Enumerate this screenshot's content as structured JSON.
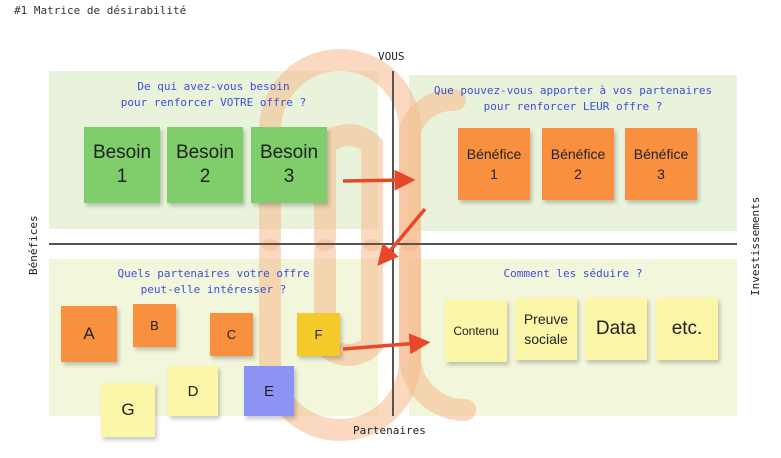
{
  "title": "#1 Matrice de désirabilité",
  "axes": {
    "top": "VOUS",
    "bottom": "Partenaires",
    "left": "Bénéfices",
    "right": "Investissements"
  },
  "quadrants": {
    "top_left": "De qui avez-vous besoin\npour renforcer VOTRE offre ?",
    "top_right": "Que pouvez-vous apporter à vos partenaires\npour renforcer LEUR offre ?",
    "bottom_left": "Quels partenaires votre offre\npeut-elle intéresser ?",
    "bottom_right": "Comment les séduire ?"
  },
  "notes": {
    "besoin1": "Besoin\n1",
    "besoin2": "Besoin\n2",
    "besoin3": "Besoin\n3",
    "benefice1": "Bénéfice\n1",
    "benefice2": "Bénéfice\n2",
    "benefice3": "Bénéfice\n3",
    "a": "A",
    "b": "B",
    "c": "C",
    "d": "D",
    "e": "E",
    "f": "F",
    "g": "G",
    "contenu": "Contenu",
    "preuve": "Preuve\nsociale",
    "data": "Data",
    "etc": "etc."
  },
  "colors": {
    "green_note": "#7fcd6b",
    "orange_note": "#f8903f",
    "yellow_note": "#fcf6a8",
    "gold_note": "#f4c92a",
    "blue_note": "#8c93f3",
    "arrow": "#e8472a",
    "question_text": "#3b4ed8",
    "quadrant_green": "#e9f3dc",
    "quadrant_yellow": "#f2f7dc"
  }
}
